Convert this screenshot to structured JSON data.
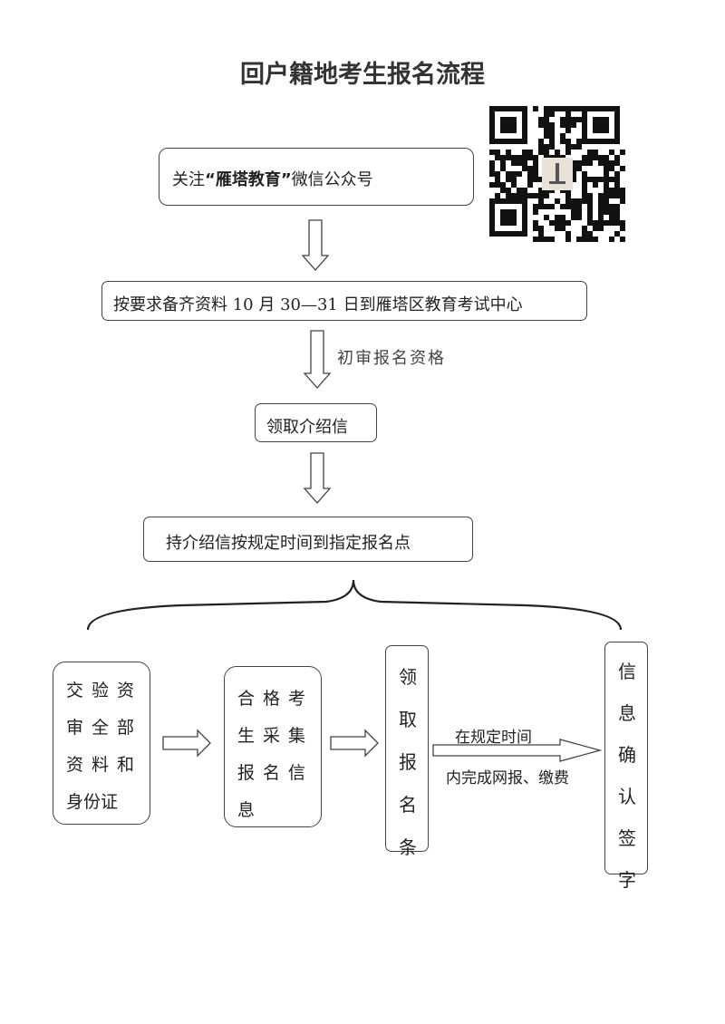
{
  "title": "回户籍地考生报名流程",
  "steps": {
    "follow": {
      "prefix": "关注",
      "name": "“雁塔教育”",
      "suffix": "微信公众号"
    },
    "prepare": "按要求备齐资料 10 月 30—31 日到雁塔区教育考试中心",
    "review_label": "初审报名资格",
    "letter": "领取介绍信",
    "go": "持介绍信按规定时间到指定报名点",
    "sub": {
      "verify": [
        "交",
        "验",
        "资",
        "审",
        "全",
        "部",
        "资",
        "料",
        "和",
        "身份证"
      ],
      "collect": [
        "合",
        "格",
        "考",
        "生",
        "采",
        "集",
        "报",
        "名",
        "信",
        "息"
      ],
      "slip": [
        "领",
        "取",
        "报",
        "名",
        "条"
      ],
      "online_top": "在规定时间",
      "online_bottom": "内完成网报、缴费",
      "confirm": [
        "信",
        "息",
        "确",
        "认",
        "签",
        "字"
      ]
    }
  },
  "qr_code": {
    "icon": "wechat-qr-code"
  }
}
